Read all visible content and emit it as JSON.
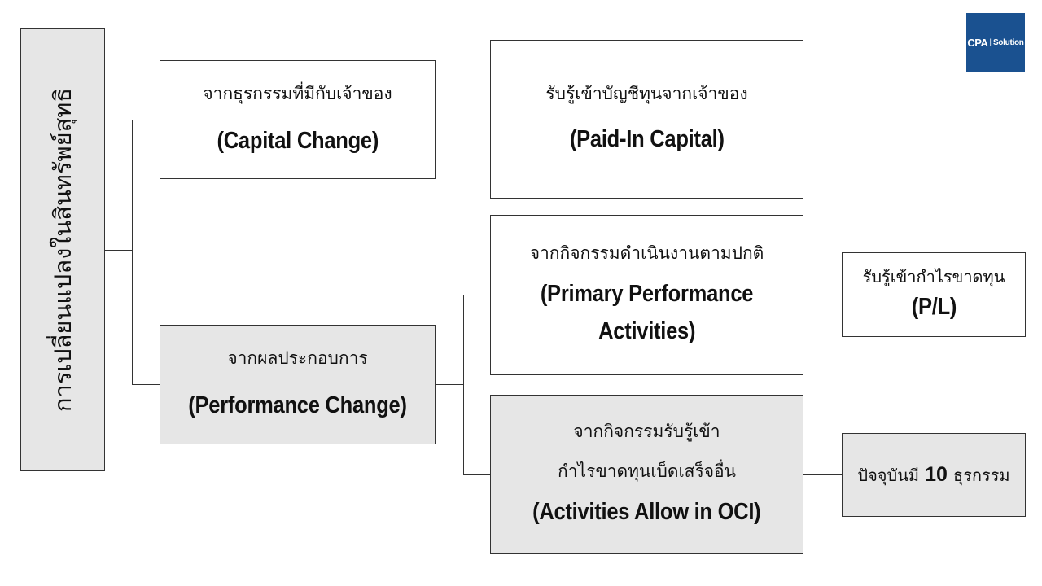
{
  "logo": {
    "brand": "CPA",
    "sub": "Solution",
    "color": "#1a5190"
  },
  "root": {
    "label": "การเปลี่ยนแปลงในสินทรัพย์สุทธิ"
  },
  "capital": {
    "thai": "จากธุรกรรมที่มีกับเจ้าของ",
    "english": "(Capital Change)"
  },
  "paid_in": {
    "thai": "รับรู้เข้าบัญชีทุนจากเจ้าของ",
    "english": "(Paid-In Capital)"
  },
  "performance": {
    "thai": "จากผลประกอบการ",
    "english": "(Performance Change)"
  },
  "primary": {
    "thai": "จากกิจกรรมดำเนินงานตามปกติ",
    "english_1": "(Primary Performance",
    "english_2": "Activities)"
  },
  "pl": {
    "thai": "รับรู้เข้ากำไรขาดทุน",
    "english": "(P/L)"
  },
  "oci": {
    "thai_1": "จากกิจกรรมรับรู้เข้า",
    "thai_2": "กำไรขาดทุนเบ็ดเสร็จอื่น",
    "english": "(Activities Allow in OCI)"
  },
  "count": {
    "prefix": "ปัจจุบันมี",
    "number": "10",
    "suffix": "ธุรกรรม"
  }
}
